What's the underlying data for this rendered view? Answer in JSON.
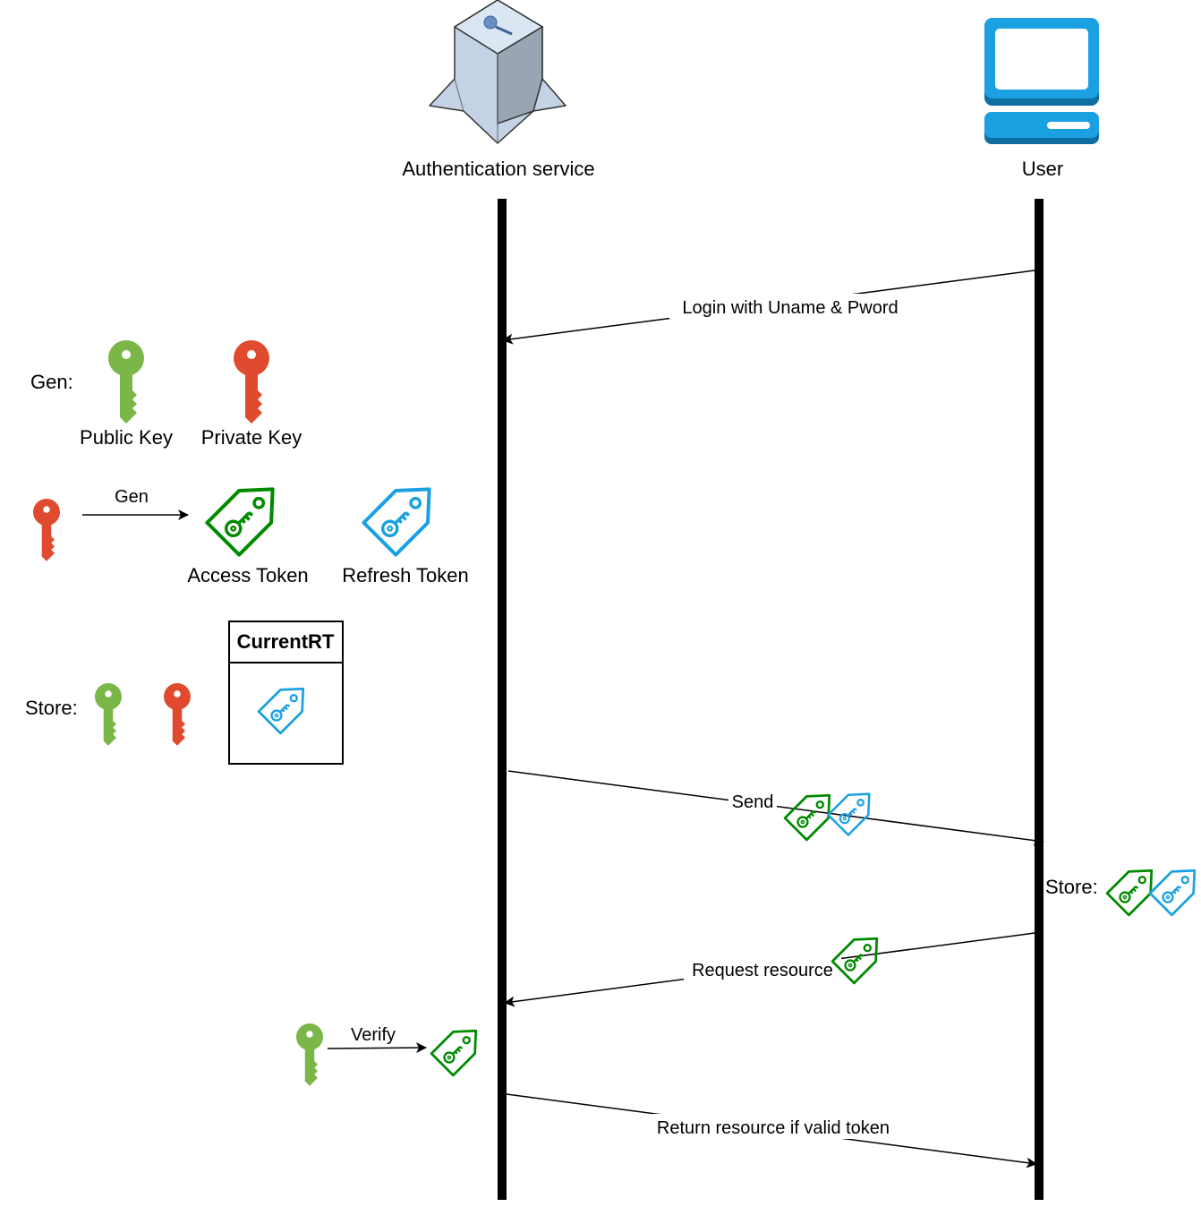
{
  "participants": {
    "auth_service": "Authentication service",
    "user": "User"
  },
  "messages": {
    "login": "Login with Uname & Pword",
    "send": "Send",
    "request": "Request resource",
    "return": "Return resource if valid token"
  },
  "legend": {
    "gen_label": "Gen:",
    "public_key": "Public Key",
    "private_key": "Private Key",
    "gen_arrow": "Gen",
    "access_token": "Access Token",
    "refresh_token": "Refresh Token",
    "store_label": "Store:",
    "current_rt": "CurrentRT"
  },
  "user_side": {
    "store_label": "Store:"
  },
  "verify": {
    "label": "Verify"
  },
  "colors": {
    "public_key": "#7ab648",
    "private_key": "#e04a2f",
    "access_token": "#008a00",
    "refresh_token": "#1ba1e2",
    "computer": "#1ba1e2",
    "lifeline": "#000000"
  },
  "icons": {
    "auth_service": "authentication-service-icon",
    "user": "desktop-computer-icon"
  }
}
